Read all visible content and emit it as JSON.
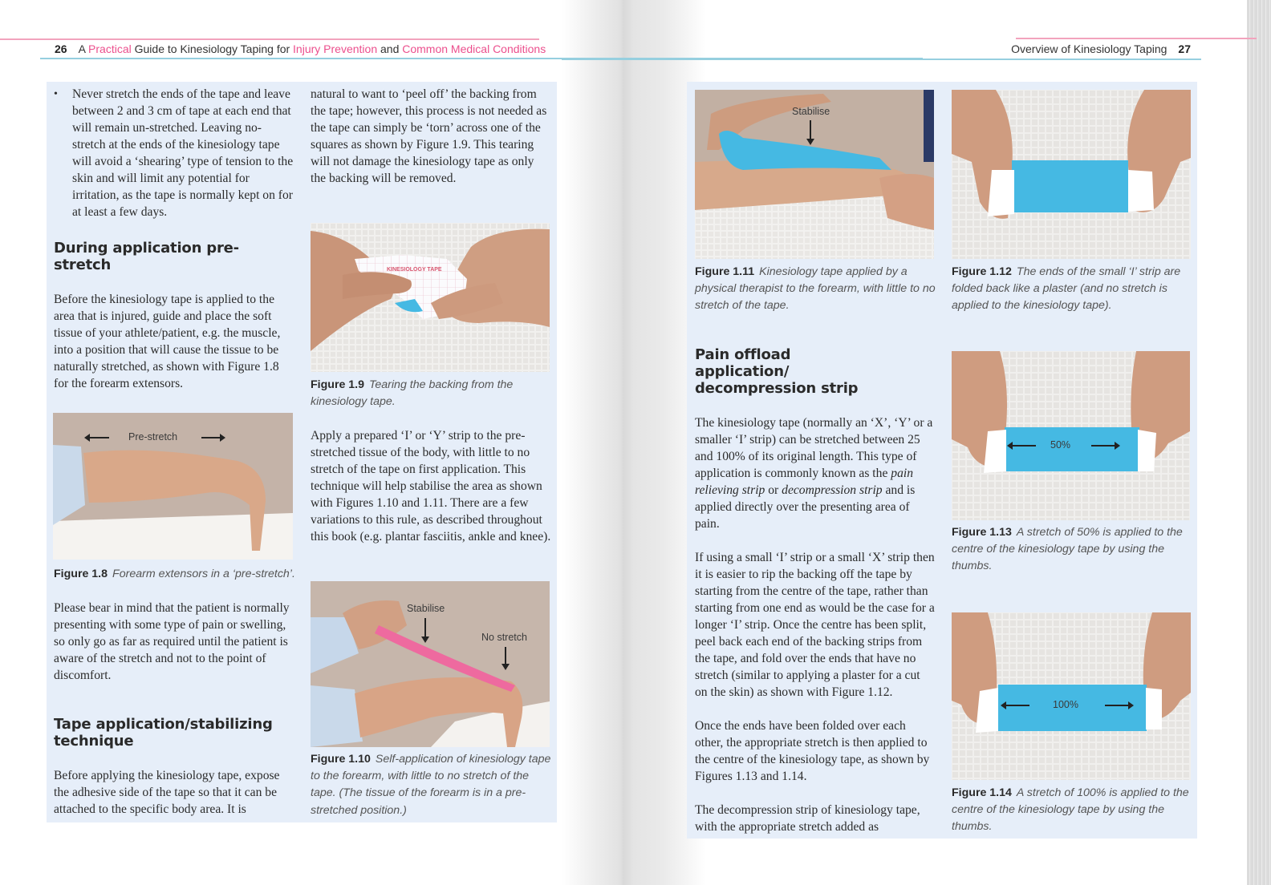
{
  "header": {
    "left": {
      "page_number": "26",
      "title_parts": [
        {
          "text": "A ",
          "accent": false
        },
        {
          "text": "Practical",
          "accent": true
        },
        {
          "text": " Guide to Kinesiology Taping for ",
          "accent": false
        },
        {
          "text": "Injury Prevention",
          "accent": true
        },
        {
          "text": " and ",
          "accent": false
        },
        {
          "text": "Common Medical Conditions",
          "accent": true
        }
      ]
    },
    "right": {
      "chapter_title": "Overview of Kinesiology Taping",
      "page_number": "27"
    }
  },
  "colors": {
    "accent_pink": "#ec4f8d",
    "rule_pink": "#f2a3bd",
    "rule_blue": "#96cfdf",
    "panel_bg": "#e6eef9",
    "tape_blue": "#45b9e3",
    "tape_pink": "#ee6a9f"
  },
  "left_page": {
    "col1": {
      "bullet": "Never stretch the ends of the tape and leave between 2 and 3 cm of tape at each end that will remain un-stretched. Leaving no-stretch at the ends of the kinesiology tape will avoid a ‘shearing’ type of tension to the skin and will limit any potential for irritation, as the tape is normally kept on for at least a few days.",
      "heading1": "During application pre-stretch",
      "para1": "Before the kinesiology tape is applied to the area that is injured, guide and place the soft tissue of your athlete/patient, e.g. the muscle, into a position that will cause the tissue to be naturally stretched, as shown with Figure 1.8 for the forearm extensors.",
      "figure_1_8": {
        "label": "Pre-stretch",
        "num": "Figure 1.8",
        "caption": "Forearm extensors in a ‘pre-stretch’."
      },
      "para2": "Please bear in mind that the patient is normally presenting with some type of pain or swelling, so only go as far as required until the patient is aware of the stretch and not to the point of discomfort.",
      "heading2": "Tape application/stabilizing technique",
      "para3": "Before applying the kinesiology tape, expose the adhesive side of the tape so that it can be attached to the specific body area. It is"
    },
    "col2": {
      "para1": "natural to want to ‘peel off’ the backing from the tape; however, this process is not needed as the tape can simply be ‘torn’ across one of the squares as shown by Figure 1.9. This tearing will not damage the kinesiology tape as only the backing will be removed.",
      "figure_1_9": {
        "backing_print": "KINESIOLOGY TAPE",
        "num": "Figure 1.9",
        "caption": "Tearing the backing from the kinesiology tape."
      },
      "para2": "Apply a prepared ‘I’ or ‘Y’ strip to the pre-stretched tissue of the body, with little to no stretch of the tape on first application. This technique will help stabilise the area as shown with Figures 1.10 and 1.11. There are a few variations to this rule, as described throughout this book (e.g. plantar fasciitis, ankle and knee).",
      "figure_1_10": {
        "label_a": "Stabilise",
        "label_b": "No stretch",
        "num": "Figure 1.10",
        "caption": "Self-application of kinesiology tape to the forearm, with little to no stretch of the tape. (The tissue of the forearm is in a pre-stretched position.)"
      }
    }
  },
  "right_page": {
    "col1": {
      "figure_1_11": {
        "label": "Stabilise",
        "num": "Figure 1.11",
        "caption": "Kinesiology tape applied by a physical therapist to the forearm, with little to no stretch of the tape."
      },
      "heading": "Pain offload application/ decompression strip",
      "para1_a": "The kinesiology tape (normally an ‘X’, ‘Y’ or a smaller ‘I’ strip) can be stretched between 25 and 100% of its original length. This type of application is commonly known as the ",
      "para1_em1": "pain relieving strip",
      "para1_b": " or ",
      "para1_em2": "decompression strip",
      "para1_c": " and is applied directly over the presenting area of pain.",
      "para2": "If using a small ‘I’ strip or a small ‘X’ strip then it is easier to rip the backing off the tape by starting from the centre of the tape, rather than starting from one end as would be the case for a longer ‘I’ strip. Once the centre has been split, peel back each end of the backing strips from the tape, and fold over the ends that have no stretch (similar to applying a plaster for a cut on the skin) as shown with Figure 1.12.",
      "para3": "Once the ends have been folded over each other, the appropriate stretch is then applied to the centre of the kinesiology tape, as shown by Figures 1.13 and 1.14.",
      "para4": "The decompression strip of kinesiology tape, with the appropriate stretch added as"
    },
    "col2": {
      "figure_1_12": {
        "num": "Figure 1.12",
        "caption": "The ends of the small ‘I’ strip are folded back like a plaster (and no stretch is applied to the kinesiology tape)."
      },
      "figure_1_13": {
        "label": "50%",
        "num": "Figure 1.13",
        "caption": "A stretch of 50% is applied to the centre of the kinesiology tape by using the thumbs."
      },
      "figure_1_14": {
        "label": "100%",
        "num": "Figure 1.14",
        "caption": "A stretch of 100% is applied to the centre of the kinesiology tape by using the thumbs."
      }
    }
  }
}
